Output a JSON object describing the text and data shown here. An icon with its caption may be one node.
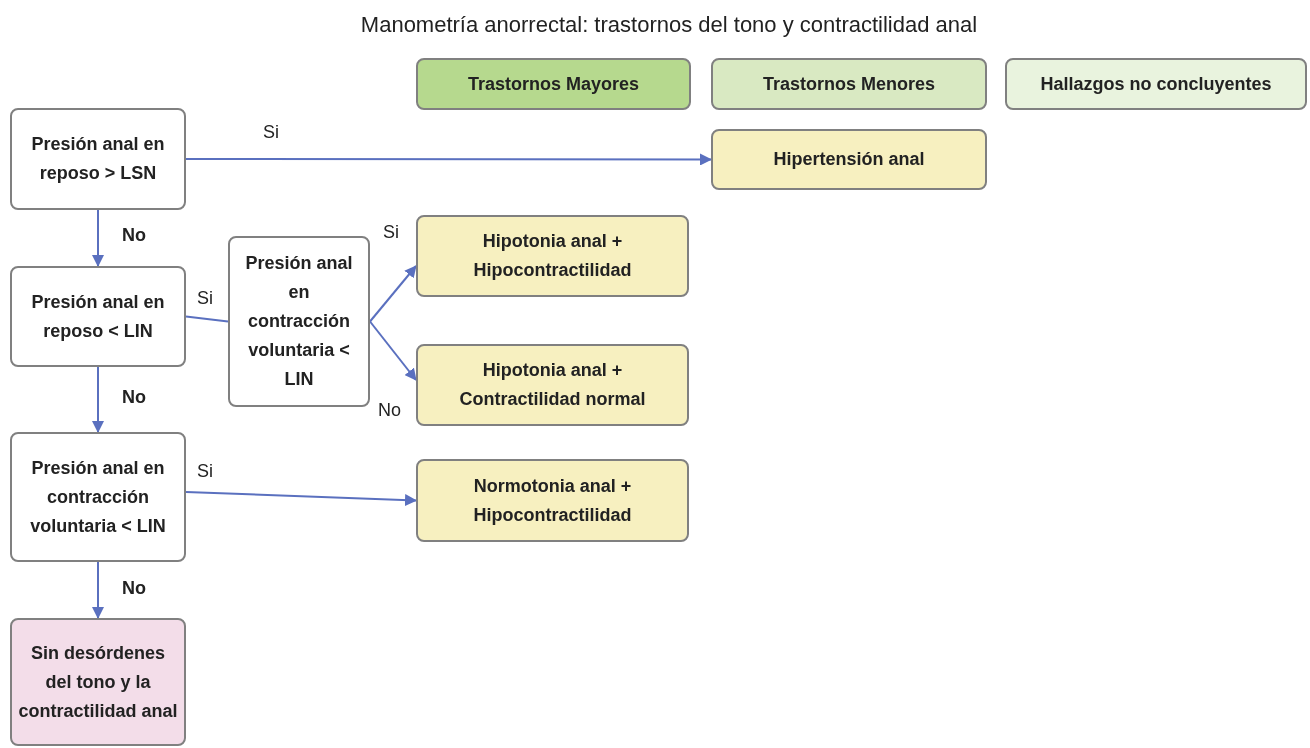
{
  "diagram": {
    "title": "Manometría anorrectal: trastornos del tono y contractilidad anal",
    "nodes": [
      {
        "text": [
          "Presión anal en reposo > LSN"
        ]
      },
      {
        "text": [
          "Hipertensión anal"
        ]
      },
      {
        "text": [
          "Presión anal en reposo < LIN"
        ]
      },
      {
        "text": [
          "Presión anal en contracción voluntaria < LIN"
        ]
      },
      {
        "text": [
          "Hipotonia anal + Hipocontractilidad"
        ]
      },
      {
        "text": [
          "Hipotonia anal + Contractilidad normal"
        ]
      },
      {
        "text": [
          "Presión anal en contracción voluntaria < LIN"
        ]
      },
      {
        "text": [
          "Normotonia anal + Hipocontractilidad"
        ]
      },
      {
        "text": [
          "Sin desórdenes del tono y la contractilidad anal"
        ]
      }
    ],
    "edges": [
      {
        "from": 0,
        "to": 1,
        "arrow": "to",
        "label": "Si"
      },
      {
        "from": 0,
        "to": 2,
        "arrow": "to",
        "label": "No"
      },
      {
        "from": 2,
        "to": 3,
        "arrow": "none",
        "label": "Si"
      },
      {
        "from": 3,
        "to": 4,
        "arrow": "to",
        "label": "Si"
      },
      {
        "from": 3,
        "to": 5,
        "arrow": "to",
        "label": "No"
      },
      {
        "from": 2,
        "to": 6,
        "arrow": "to",
        "label": "No"
      },
      {
        "from": 6,
        "to": 7,
        "arrow": "to",
        "label": "Si"
      },
      {
        "from": 6,
        "to": 8,
        "arrow": "to",
        "label": "No"
      }
    ],
    "legend": [
      {
        "text": "Trastornos Mayores",
        "color": "#b6d98e"
      },
      {
        "text": "Trastornos Menores",
        "color": "#d9e9c2"
      },
      {
        "text": "Hallazgos no concluyentes",
        "color": "#e9f3de"
      }
    ]
  }
}
